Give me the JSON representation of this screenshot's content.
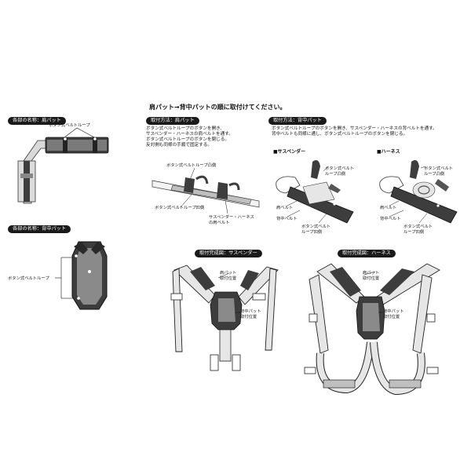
{
  "heading": "肩パット→背中パットの順に取付けてください。",
  "parts": {
    "shoulder_tag": "各部の名称：肩パット",
    "shoulder_loop_label": "ボタン式ベルトループ",
    "back_tag": "各部の名称：背中パット",
    "back_loop_label": "ボタン式ベルトループ"
  },
  "method_shoulder": {
    "tag": "取付方法：肩パット",
    "lines": [
      "ボタン式ベルトループのボタンを開き、",
      "サスペンダー・ハーネスの肩ベルトを通す。",
      "ボタン式ベルトループのボタンを閉じる。",
      "反対側も同様の手順で固定する。"
    ],
    "label_open": "ボタン式ベルトループ凸側",
    "label_closed": "ボタン式ベルトループ凹側",
    "label_strap": "サスペンダー・ハーネス\nの肩ベルト"
  },
  "method_back": {
    "tag": "取付方法：背中パット",
    "lines": [
      "ボタン式ベルトループのボタンを開き、サスペンダー・ハーネスの背ベルトを通す。",
      "背中ベルトも同様に通し、ボタン式ベルトループのボタンを閉じる。"
    ],
    "suspender_title": "■サスペンダー",
    "harness_title": "■ハーネス",
    "susp_label_top": "ボタン式ベルト\nループ凸側",
    "susp_label_back": "肩ベルト",
    "susp_label_belt": "背中ベルト",
    "susp_label_bottom": "ボタン式ベルト\nループ凹側",
    "harn_label_top": "ボタン式ベルト\nループ凸側",
    "harn_label_back": "肩ベルト",
    "harn_label_belt": "背中ベルト",
    "harn_label_bottom": "ボタン式ベルト\nループ凹側"
  },
  "done_suspender": {
    "tag": "取付完成図：サスペンダー",
    "label_shoulder": "肩パット\n取付位置",
    "label_back": "背中パット\n取付位置"
  },
  "done_harness": {
    "tag": "取付完成図：ハーネス",
    "label_shoulder": "肩パット\n取付位置",
    "label_back": "背中パット\n取付位置"
  },
  "colors": {
    "pad": "#3d3d3d",
    "pad_light": "#8a8a8a",
    "strap": "#d9d9d9",
    "line": "#1a1a1a"
  }
}
